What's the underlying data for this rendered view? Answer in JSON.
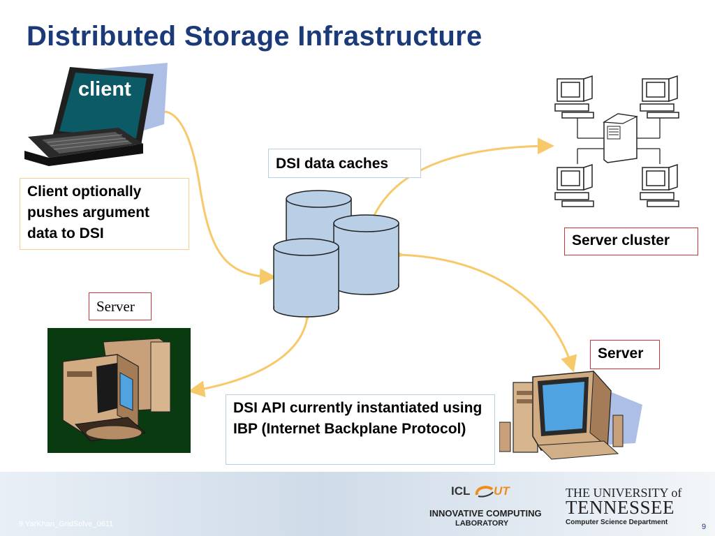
{
  "slide": {
    "title": "Distributed Storage Infrastructure",
    "page_number": "9",
    "footer_text": "9 YarKhan_GridSolve_0611"
  },
  "labels": {
    "client": "client",
    "client_note": "Client optionally pushes argument data to DSI",
    "dsi_caches": "DSI data caches",
    "server_cluster": "Server cluster",
    "server_left": "Server",
    "server_right": "Server",
    "api_note": "DSI API currently instantiated using IBP (Internet Backplane Protocol)"
  },
  "logos": {
    "icl_mark": "ICL",
    "ut_mark": "UT",
    "icl_title": "INNOVATIVE COMPUTING",
    "icl_subtitle": "LABORATORY",
    "ut_univ": "THE UNIVERSITY of",
    "ut_tenn": "TENNESSEE",
    "ut_dept": "Computer Science Department"
  },
  "colors": {
    "title": "#1b3a78",
    "connector": "#f7c96b",
    "cylinder_fill": "#b8cfe6",
    "box_border_orange": "#f5cf93",
    "box_border_red": "#cc3333"
  }
}
